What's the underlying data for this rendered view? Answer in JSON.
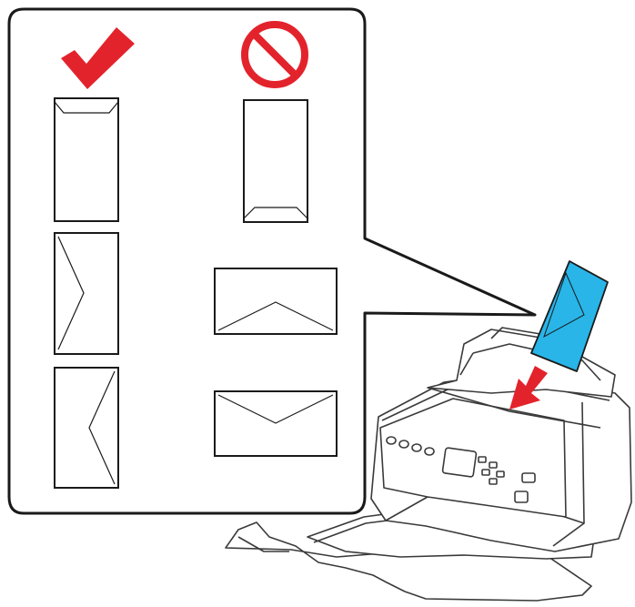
{
  "figure": {
    "allowed_marker": "checkmark-icon",
    "prohibited_marker": "prohibited-icon",
    "colors": {
      "marker_red": "#e3232c",
      "envelope_blue": "#29b5e8",
      "outline": "#1a1a1a",
      "background": "#ffffff"
    },
    "allowed_envelopes": [
      "envelope-portrait-flap-top",
      "envelope-portrait-flap-right",
      "envelope-portrait-flap-left"
    ],
    "prohibited_envelopes": [
      "envelope-portrait-flap-bottom",
      "envelope-landscape-flap-bottom",
      "envelope-landscape-flap-top"
    ]
  }
}
